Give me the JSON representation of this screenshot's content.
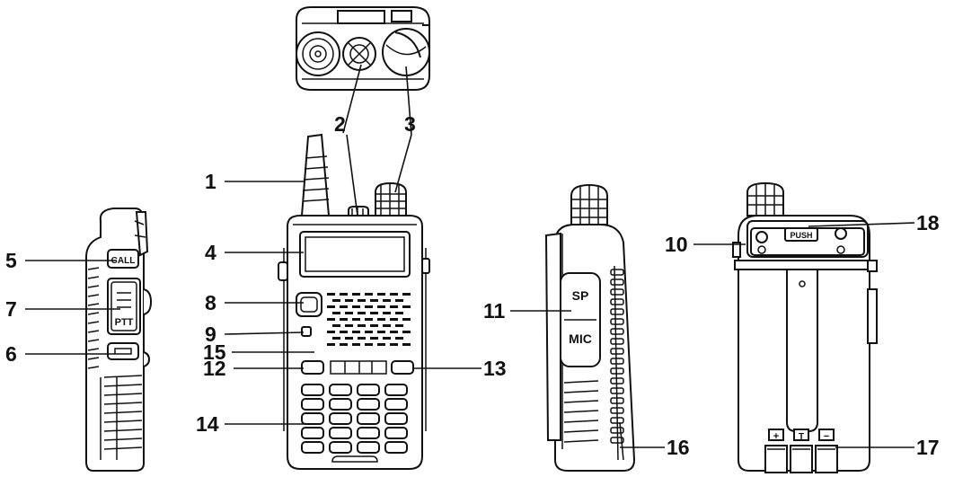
{
  "callouts": [
    {
      "id": "c1",
      "text": "1"
    },
    {
      "id": "c2",
      "text": "2"
    },
    {
      "id": "c3",
      "text": "3"
    },
    {
      "id": "c4",
      "text": "4"
    },
    {
      "id": "c5",
      "text": "5"
    },
    {
      "id": "c6",
      "text": "6"
    },
    {
      "id": "c7",
      "text": "7"
    },
    {
      "id": "c8",
      "text": "8"
    },
    {
      "id": "c9",
      "text": "9"
    },
    {
      "id": "c10",
      "text": "10"
    },
    {
      "id": "c11",
      "text": "11"
    },
    {
      "id": "c12",
      "text": "12"
    },
    {
      "id": "c13",
      "text": "13"
    },
    {
      "id": "c14",
      "text": "14"
    },
    {
      "id": "c15",
      "text": "15"
    },
    {
      "id": "c16",
      "text": "16"
    },
    {
      "id": "c17",
      "text": "17"
    },
    {
      "id": "c18",
      "text": "18"
    }
  ],
  "device_labels": {
    "call": "CALL",
    "ptt": "PTT",
    "sp": "SP",
    "mic": "MIC",
    "push": "PUSH",
    "plus": "+",
    "t": "T",
    "minus": "−"
  }
}
